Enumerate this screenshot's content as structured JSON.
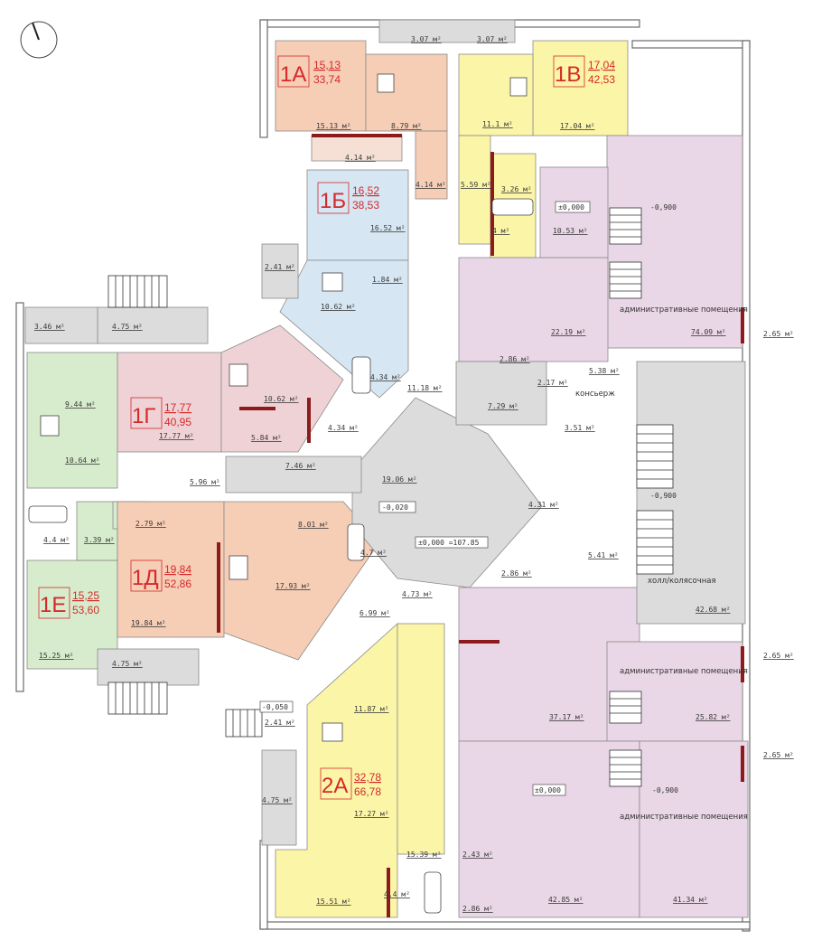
{
  "colors": {
    "apt_peach": "#f6cdb5",
    "apt_blue": "#d6e6f2",
    "apt_pink": "#ef d2d6",
    "apt_green": "#d7eccd",
    "apt_yellow": "#fbf5a8",
    "admin_purple": "#e9d6e6",
    "corridor": "#dcdcdc",
    "tag_red": "#d42a2a"
  },
  "apartments": [
    {
      "id": "1А",
      "living": "15,13",
      "total": "33,74"
    },
    {
      "id": "1В",
      "living": "17,04",
      "total": "42,53"
    },
    {
      "id": "1Б",
      "living": "16,52",
      "total": "38,53"
    },
    {
      "id": "1Г",
      "living": "17,77",
      "total": "40,95"
    },
    {
      "id": "1Д",
      "living": "19,84",
      "total": "52,86"
    },
    {
      "id": "1Е",
      "living": "15,25",
      "total": "53,60"
    },
    {
      "id": "2А",
      "living": "32,78",
      "total": "66,78"
    }
  ],
  "areas": [
    "3.07 м²",
    "3.07 м²",
    "15.13 м²",
    "8.79 м²",
    "4.14 м²",
    "4.14 м²",
    "11.1 м²",
    "17.04 м²",
    "5.59 м²",
    "3.26 м²",
    "4 м²",
    "10.53 м²",
    "16.52 м²",
    "2.41 м²",
    "1.84 м²",
    "10.62 м²",
    "4.34 м²",
    "11.18 м²",
    "3.46 м²",
    "4.75 м²",
    "9.44 м²",
    "10.62 м²",
    "4.34 м²",
    "17.77 м²",
    "5.84 м²",
    "10.64 м²",
    "7.46 м²",
    "19.06 м²",
    "5.96 м²",
    "2.79 м²",
    "8.01 м²",
    "4.4 м²",
    "3.39 м²",
    "4.7 м²",
    "17.93 м²",
    "19.84 м²",
    "6.99 м²",
    "4.73 м²",
    "15.25 м²",
    "4.75 м²",
    "11.87 м²",
    "2.41 м²",
    "17.27 м²",
    "4.75 м²",
    "15.39 м²",
    "15.51 м²",
    "4.4 м²",
    "2.43 м²",
    "2.86 м²",
    "22.19 м²",
    "74.09 м²",
    "2.65 м²",
    "2.86 м²",
    "5.38 м²",
    "2.17 м²",
    "7.29 м²",
    "3.51 м²",
    "4.31 м²",
    "5.41 м²",
    "2.86 м²",
    "42.68 м²",
    "2.65 м²",
    "37.17 м²",
    "25.82 м²",
    "2.65 м²",
    "42.85 м²",
    "41.34 м²"
  ],
  "levels": [
    "±0,000",
    "-0,900",
    "-0,900",
    "-0,020",
    "±0,000 =107.85",
    "-0,050",
    "±0,000",
    "-0,900"
  ],
  "labels": {
    "admin1": "административные помещения",
    "admin2": "административные помещения",
    "admin3": "административные помещения",
    "concierge": "консьерж",
    "hall": "холл/колясочная"
  },
  "icons": [
    "compass-icon",
    "stair-icon",
    "bathtub-icon",
    "toilet-icon",
    "sink-icon",
    "stove-icon",
    "table-chairs-icon",
    "door-icon"
  ]
}
